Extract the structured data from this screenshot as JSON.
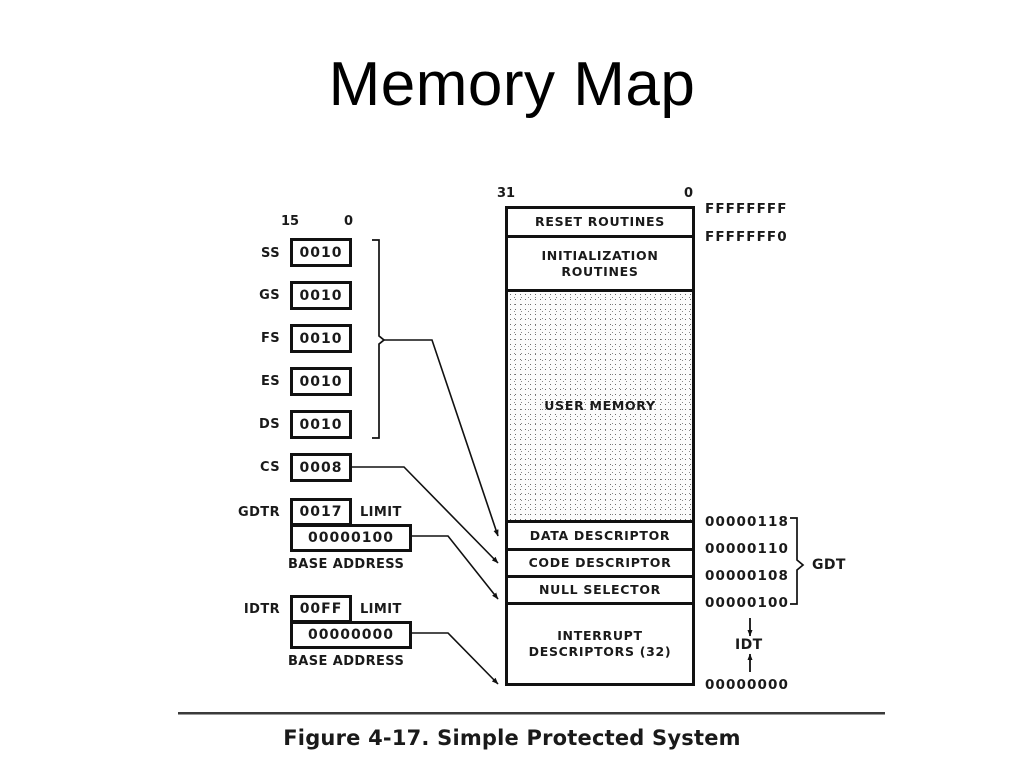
{
  "slide": {
    "title": "Memory Map"
  },
  "figure": {
    "caption": "Figure 4-17. Simple Protected System",
    "bit_labels": {
      "seg_high": "15",
      "seg_low": "0",
      "mem_high": "31",
      "mem_low": "0"
    },
    "segment_registers": [
      {
        "name": "SS",
        "value": "0010"
      },
      {
        "name": "GS",
        "value": "0010"
      },
      {
        "name": "FS",
        "value": "0010"
      },
      {
        "name": "ES",
        "value": "0010"
      },
      {
        "name": "DS",
        "value": "0010"
      },
      {
        "name": "CS",
        "value": "0008"
      }
    ],
    "table_registers": [
      {
        "name": "GDTR",
        "limit": "0017",
        "limit_label": "LIMIT",
        "base": "00000100",
        "base_label": "BASE ADDRESS"
      },
      {
        "name": "IDTR",
        "limit": "00FF",
        "limit_label": "LIMIT",
        "base": "00000000",
        "base_label": "BASE ADDRESS"
      }
    ],
    "memory_sections": [
      {
        "id": "reset-routines",
        "label": "RESET ROUTINES"
      },
      {
        "id": "initialization-routines",
        "label": "INITIALIZATION\nROUTINES"
      },
      {
        "id": "user-memory",
        "label": "USER MEMORY"
      },
      {
        "id": "data-descriptor",
        "label": "DATA DESCRIPTOR"
      },
      {
        "id": "code-descriptor",
        "label": "CODE DESCRIPTOR"
      },
      {
        "id": "null-selector",
        "label": "NULL SELECTOR"
      },
      {
        "id": "interrupt-descriptors",
        "label": "INTERRUPT\nDESCRIPTORS (32)"
      }
    ],
    "addresses": [
      {
        "id": "addr-ffffffff",
        "value": "FFFFFFFF"
      },
      {
        "id": "addr-fffffff0",
        "value": "FFFFFFF0"
      },
      {
        "id": "addr-00000118",
        "value": "00000118"
      },
      {
        "id": "addr-00000110",
        "value": "00000110"
      },
      {
        "id": "addr-00000108",
        "value": "00000108"
      },
      {
        "id": "addr-00000100",
        "value": "00000100"
      },
      {
        "id": "addr-00000000",
        "value": "00000000"
      }
    ],
    "brackets": [
      {
        "id": "gdt",
        "label": "GDT"
      },
      {
        "id": "idt",
        "label": "IDT"
      }
    ]
  },
  "colors": {
    "ink": "#1a1a1a",
    "rule": "#3a3a3a",
    "stipple": "#8a8a8a",
    "background": "#ffffff"
  }
}
